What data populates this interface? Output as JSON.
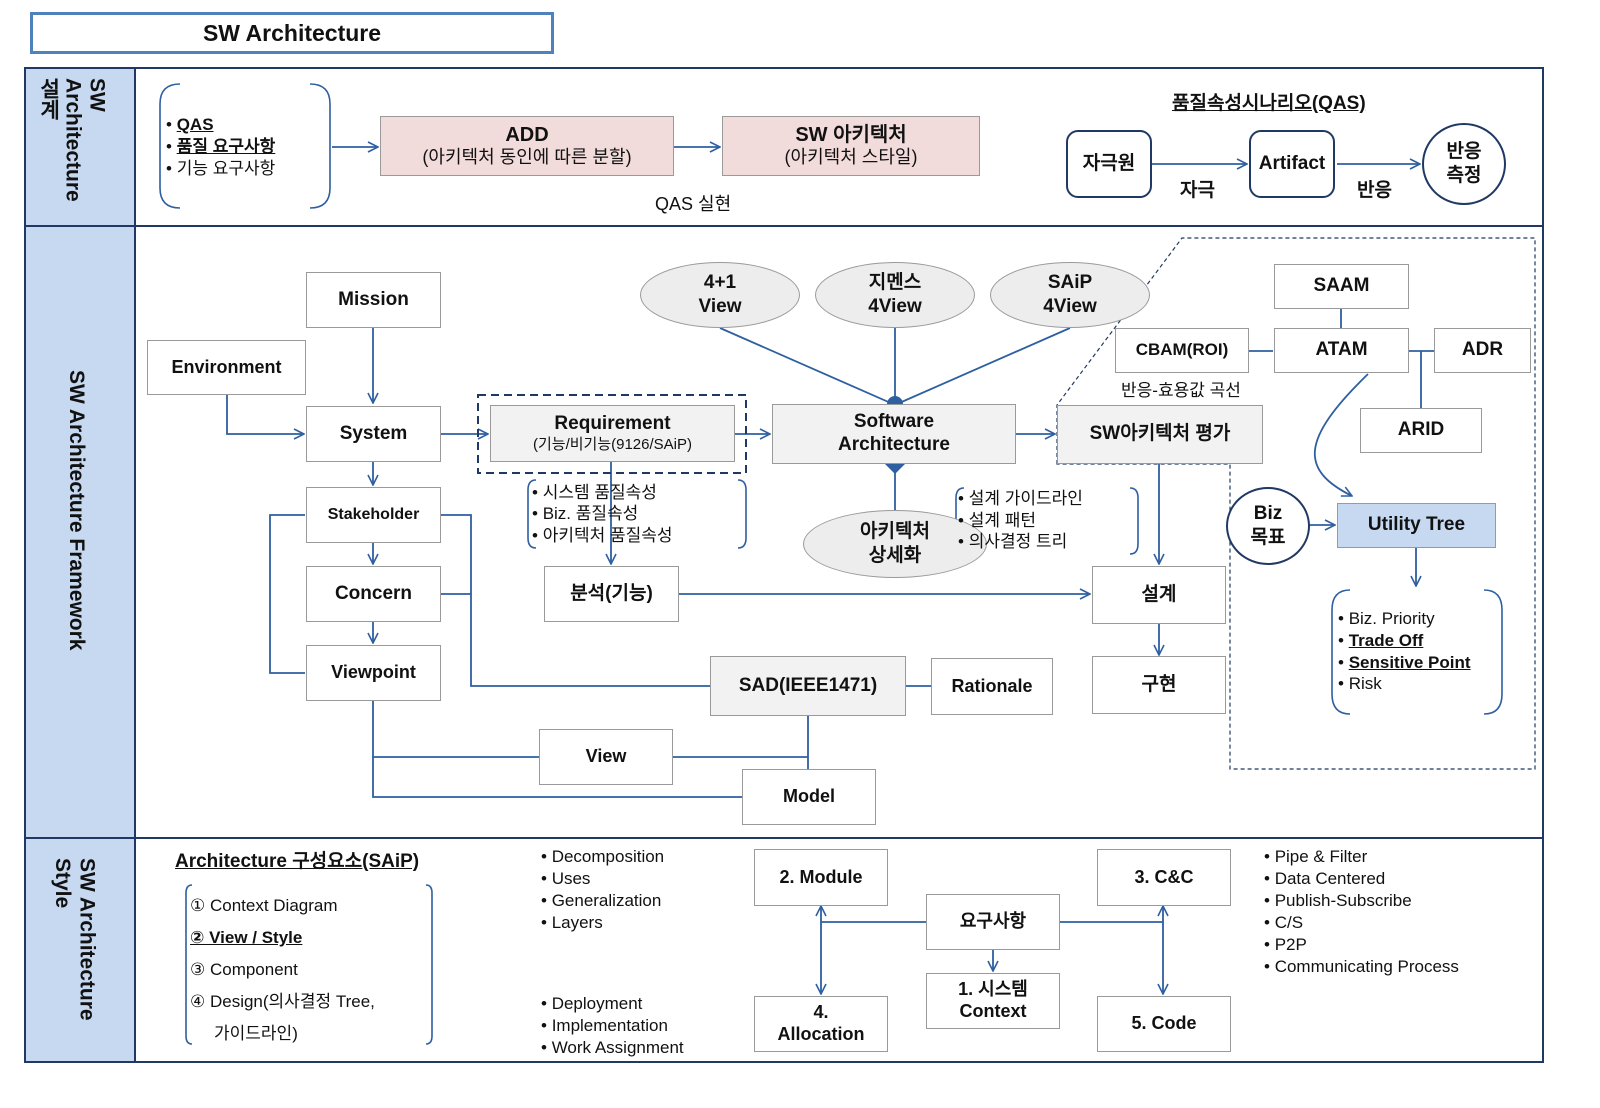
{
  "title": "SW Architecture",
  "colors": {
    "frame": "#1f3864",
    "side_panel": "#c6d9f1",
    "arrow": "#2e5fa0",
    "pink_box": "#f2dcdb",
    "gray_box": "#f2f2f2",
    "utility_tree": "#c6d9f1"
  },
  "sections": {
    "design": {
      "label_line1": "SW",
      "label_line2": "Architecture",
      "label_line3": "설계"
    },
    "framework": {
      "label": "SW Architecture Framework"
    },
    "style": {
      "label_line1": "SW Architecture",
      "label_line2": "Style"
    }
  },
  "design_row": {
    "inputs": [
      {
        "text": "QAS",
        "emphasis": true
      },
      {
        "text": "품질 요구사항",
        "emphasis": true
      },
      {
        "text": "기능 요구사항",
        "emphasis": false
      }
    ],
    "add_box": {
      "title": "ADD",
      "sub": "(아키텍처 동인에 따른 분할)"
    },
    "sw_arch_box": {
      "title": "SW 아키텍처",
      "sub": "(아키텍처 스타일)"
    },
    "qas_realize_label": "QAS 실현",
    "qas": {
      "title": "품질속성시나리오(QAS)",
      "source": "자극원",
      "stimulus_label": "자극",
      "artifact": "Artifact",
      "response_label": "반응",
      "measure_line1": "반응",
      "measure_line2": "측정"
    }
  },
  "framework": {
    "mission": "Mission",
    "environment": "Environment",
    "system": "System",
    "stakeholder": "Stakeholder",
    "concern": "Concern",
    "viewpoint": "Viewpoint",
    "requirement": {
      "title": "Requirement",
      "sub": "(기능/비기능(9126/SAiP)"
    },
    "quality_attrs": [
      "시스템 품질속성",
      "Biz. 품질속성",
      "아키텍처 품질속성"
    ],
    "analysis": "분석(기능)",
    "views": [
      {
        "line1": "4+1",
        "line2": "View"
      },
      {
        "line1": "지멘스",
        "line2": "4View"
      },
      {
        "line1": "SAiP",
        "line2": "4View"
      }
    ],
    "software_architecture": {
      "line1": "Software",
      "line2": "Architecture"
    },
    "arch_detail": {
      "line1": "아키텍처",
      "line2": "상세화"
    },
    "design_items": [
      "설계 가이드라인",
      "설계 패턴",
      "의사결정 트리"
    ],
    "evaluation": "SW아키텍처 평가",
    "design": "설계",
    "implementation": "구현",
    "sad": "SAD(IEEE1471)",
    "rationale": "Rationale",
    "view": "View",
    "model": "Model",
    "eval_methods": {
      "saam": "SAAM",
      "atam": "ATAM",
      "cbam": "CBAM(ROI)",
      "cbam_note": "반응-효용값 곡선",
      "adr": "ADR",
      "arid": "ARID"
    },
    "biz_goal": {
      "line1": "Biz",
      "line2": "목표"
    },
    "utility_tree": "Utility Tree",
    "utility_items": [
      {
        "text": "Biz. Priority",
        "emphasis": false
      },
      {
        "text": "Trade Off",
        "emphasis": true
      },
      {
        "text": "Sensitive Point",
        "emphasis": true
      },
      {
        "text": "Risk",
        "emphasis": false
      }
    ]
  },
  "style_row": {
    "components_title": "Architecture 구성요소(SAiP)",
    "components": [
      {
        "text": "① Context Diagram",
        "emphasis": false
      },
      {
        "text": "② View / Style",
        "emphasis": true
      },
      {
        "text": "③ Component",
        "emphasis": false
      },
      {
        "text": "④ Design(의사결정 Tree,",
        "emphasis": false
      },
      {
        "text": "가이드라인)",
        "emphasis": false
      }
    ],
    "module_styles": [
      "Decomposition",
      "Uses",
      "Generalization",
      "Layers"
    ],
    "allocation_styles": [
      "Deployment",
      "Implementation",
      "Work Assignment"
    ],
    "module": "2. Module",
    "requirements": "요구사항",
    "context_line1": "1. 시스템",
    "context_line2": "Context",
    "allocation_line1": "4.",
    "allocation_line2": "Allocation",
    "cc": "3. C&C",
    "code": "5. Code",
    "cc_styles": [
      "Pipe & Filter",
      "Data Centered",
      "Publish-Subscribe",
      "C/S",
      "P2P",
      "Communicating Process"
    ]
  }
}
